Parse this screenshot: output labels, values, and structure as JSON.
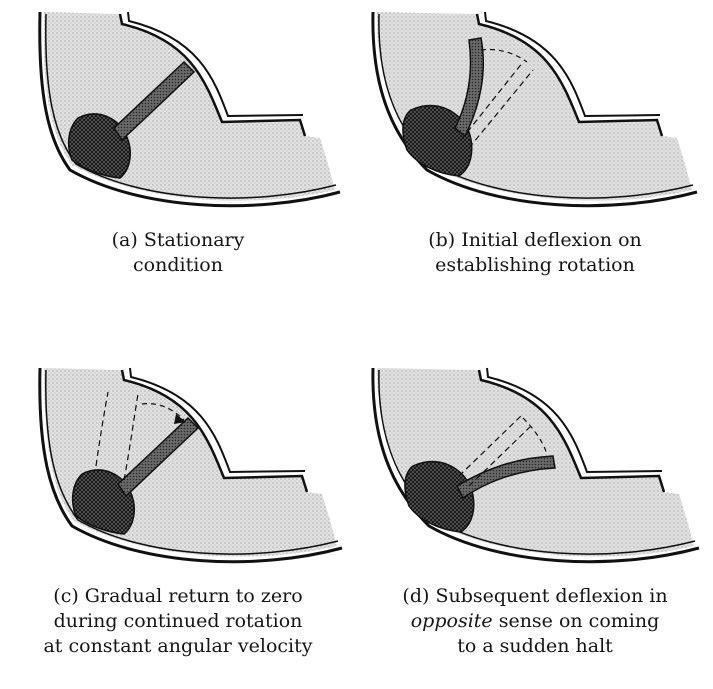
{
  "panels": [
    {
      "id": "a",
      "caption_lines": [
        "(a)  Stationary",
        "condition"
      ]
    },
    {
      "id": "b",
      "caption_lines": [
        "(b)  Initial deflexion on",
        "establishing rotation"
      ]
    },
    {
      "id": "c",
      "caption_lines": [
        "(c)  Gradual return to zero",
        "during continued rotation",
        "at constant angular velocity"
      ]
    },
    {
      "id": "d",
      "caption_lines": [
        "(d)  Subsequent deflexion in",
        "sense on coming",
        "to a sudden halt"
      ],
      "emphasis": "opposite"
    }
  ]
}
